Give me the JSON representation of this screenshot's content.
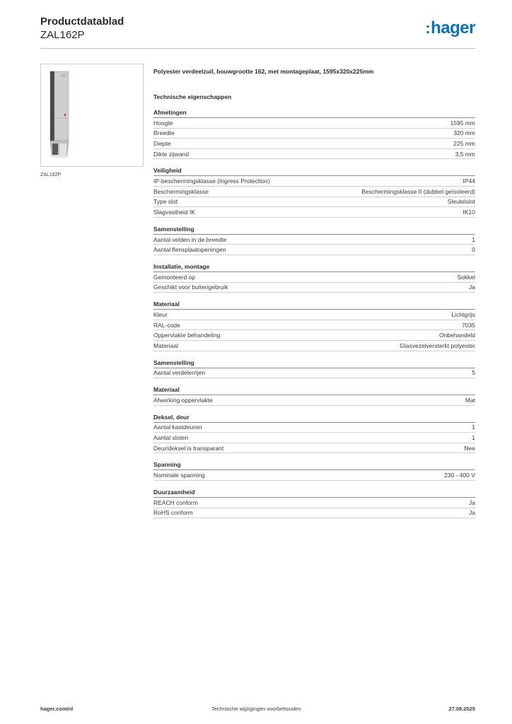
{
  "header": {
    "title": "Productdatablad",
    "subtitle": "ZAL162P",
    "logo_text": "hager",
    "logo_color": "#0a73b8"
  },
  "product": {
    "image_caption": "ZAL162P",
    "description": "Polyester verdeelzuil, bouwgrootte 162, met montageplaat, 1595x320x225mm",
    "tech_heading": "Technische eigenschappen"
  },
  "sections": [
    {
      "title": "Afmetingen",
      "rows": [
        {
          "label": "Hoogte",
          "value": "1595 mm"
        },
        {
          "label": "Breedte",
          "value": "320 mm"
        },
        {
          "label": "Diepte",
          "value": "225 mm"
        },
        {
          "label": "Dikte zijwand",
          "value": "3,5 mm"
        }
      ]
    },
    {
      "title": "Veiligheid",
      "rows": [
        {
          "label": "IP-beschermingsklasse (Ingress Protection)",
          "value": "IP44"
        },
        {
          "label": "Beschermingsklasse",
          "value": "Beschermingsklasse II (dubbel geïsoleerd)"
        },
        {
          "label": "Type slot",
          "value": "Sleutelslot"
        },
        {
          "label": "Slagvastheid IK",
          "value": "IK10"
        }
      ]
    },
    {
      "title": "Samenstelling",
      "rows": [
        {
          "label": "Aantal velden in de breedte",
          "value": "1"
        },
        {
          "label": "Aantal flensplaatopeningen",
          "value": "0"
        }
      ]
    },
    {
      "title": "Installatie, montage",
      "rows": [
        {
          "label": "Gemonteerd op",
          "value": "Sokkel"
        },
        {
          "label": "Geschikt voor buitengebruik",
          "value": "Ja"
        }
      ]
    },
    {
      "title": "Materiaal",
      "rows": [
        {
          "label": "Kleur",
          "value": "Lichtgrijs"
        },
        {
          "label": "RAL-code",
          "value": "7035"
        },
        {
          "label": "Oppervlakte behandeling",
          "value": "Onbehandeld"
        },
        {
          "label": "Materiaal",
          "value": "Glasvezelversterkt polyester"
        }
      ]
    },
    {
      "title": "Samenstelling",
      "rows": [
        {
          "label": "Aantal verdelerrijen",
          "value": "5"
        }
      ]
    },
    {
      "title": "Materiaal",
      "rows": [
        {
          "label": "Afwerking oppervlakte",
          "value": "Mat"
        }
      ]
    },
    {
      "title": "Deksel, deur",
      "rows": [
        {
          "label": "Aantal kastdeuren",
          "value": "1"
        },
        {
          "label": "Aantal sloten",
          "value": "1"
        },
        {
          "label": "Deur/deksel is transparant",
          "value": "Nee"
        }
      ]
    },
    {
      "title": "Spanning",
      "rows": [
        {
          "label": "Nominale spanning",
          "value": "230 - 400 V"
        }
      ]
    },
    {
      "title": "Duurzaamheid",
      "rows": [
        {
          "label": "REACH conform",
          "value": "Ja"
        },
        {
          "label": "RoHS conform",
          "value": "Ja"
        }
      ]
    }
  ],
  "footer": {
    "website": "hager.com/nl",
    "notice": "Technische wijzigingen voorbehouden",
    "date": "27.08.2025"
  }
}
